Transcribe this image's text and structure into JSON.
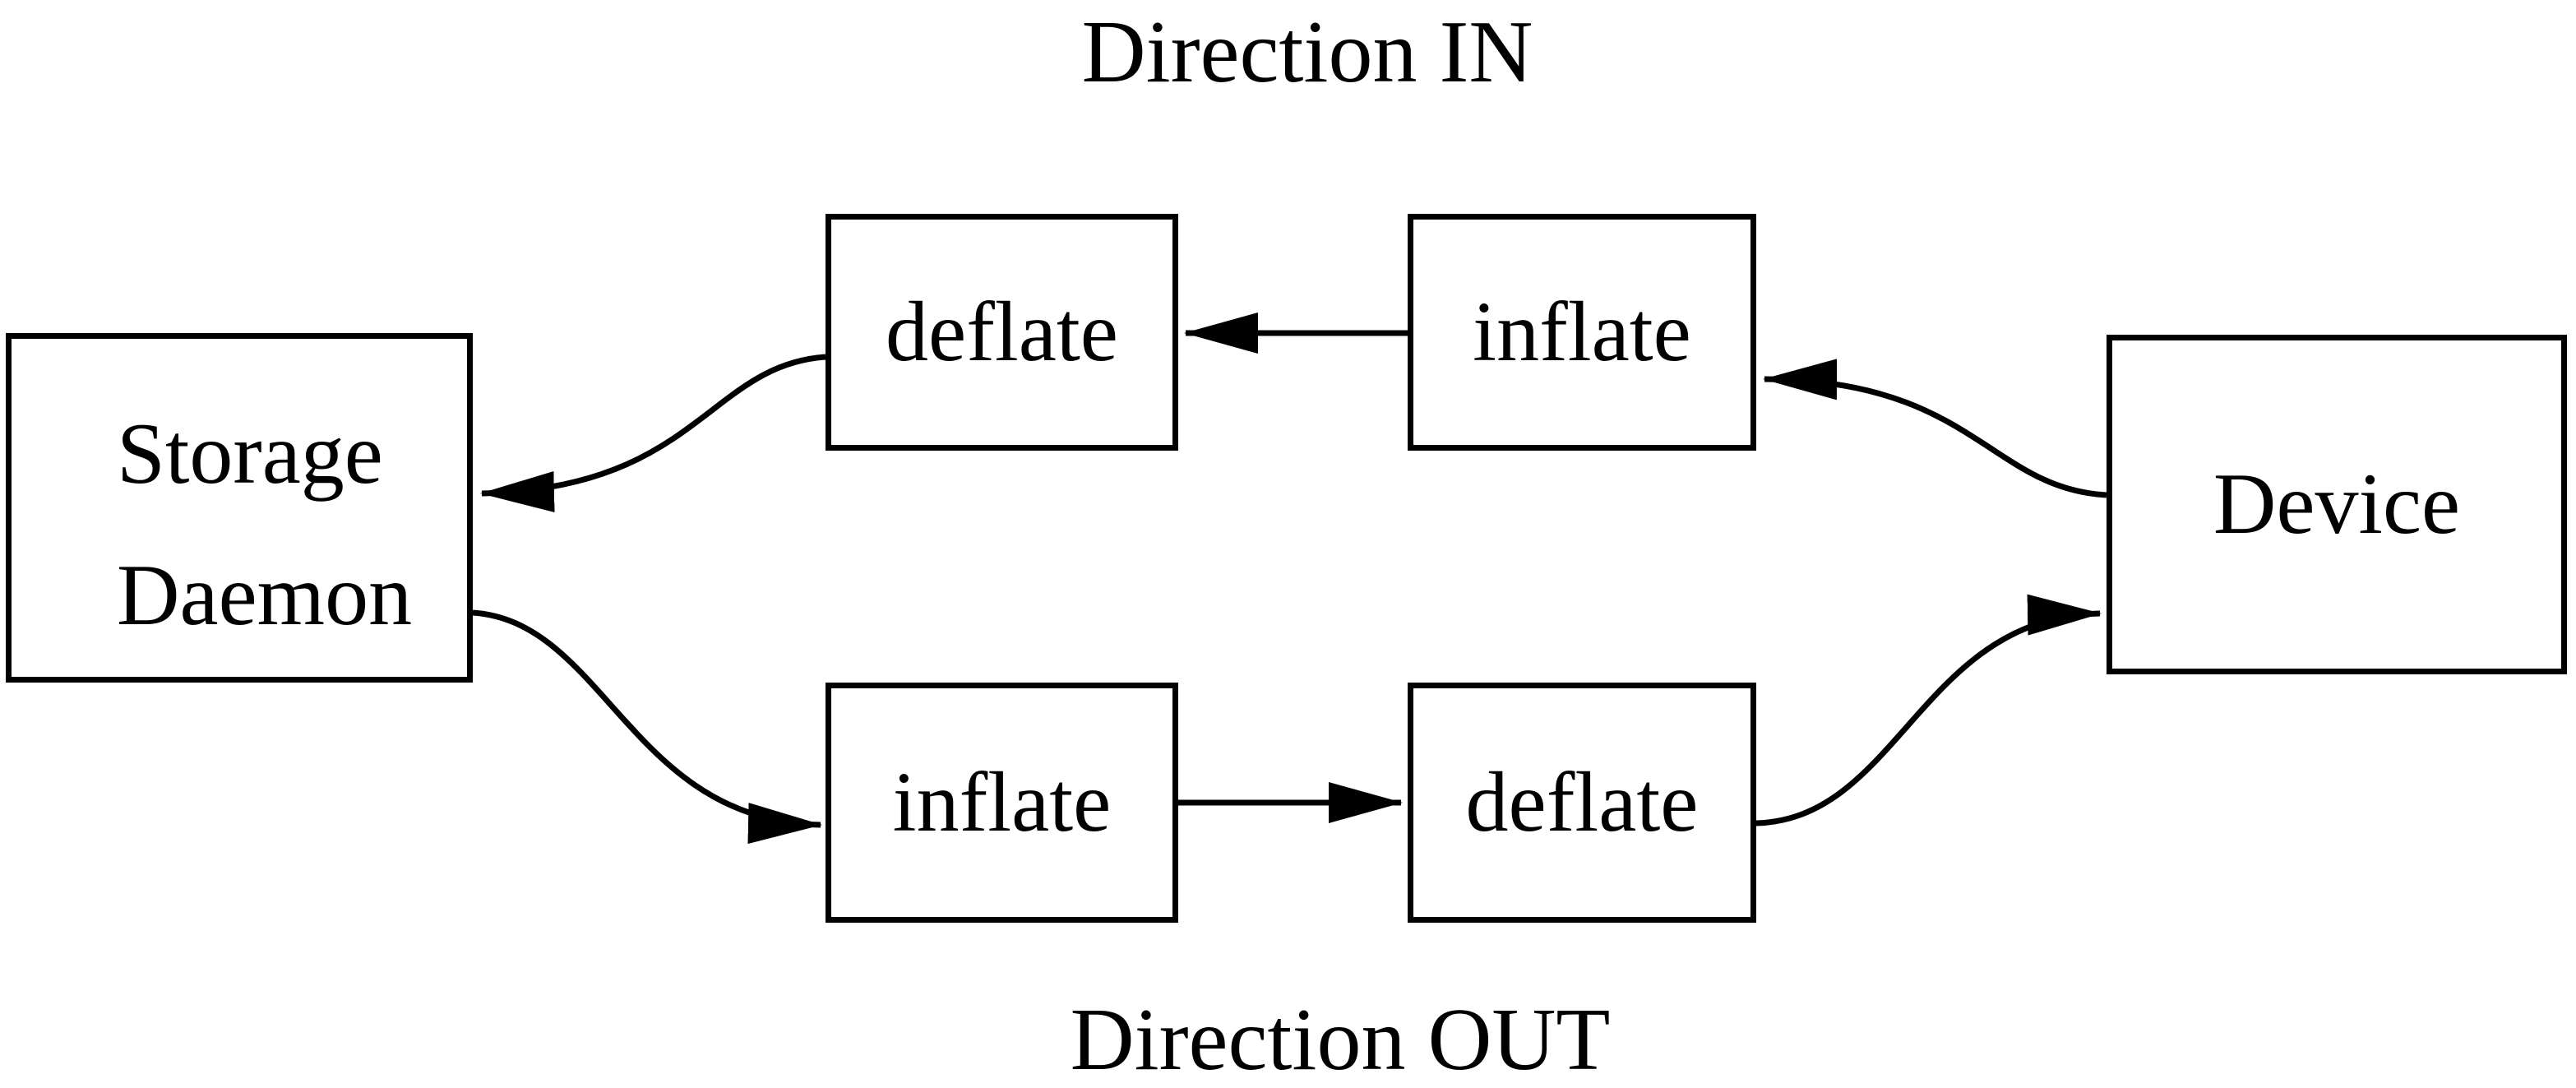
{
  "diagram": {
    "title_in": "Direction IN",
    "title_out": "Direction OUT",
    "nodes": {
      "storage_daemon": {
        "line1": "Storage",
        "line2": "Daemon"
      },
      "in_deflate": {
        "label": "deflate"
      },
      "in_inflate": {
        "label": "inflate"
      },
      "out_inflate": {
        "label": "inflate"
      },
      "out_deflate": {
        "label": "deflate"
      },
      "device": {
        "label": "Device"
      }
    },
    "edges": [
      {
        "from": "device",
        "to": "in_inflate",
        "direction": "IN"
      },
      {
        "from": "in_inflate",
        "to": "in_deflate",
        "direction": "IN"
      },
      {
        "from": "in_deflate",
        "to": "storage_daemon",
        "direction": "IN"
      },
      {
        "from": "storage_daemon",
        "to": "out_inflate",
        "direction": "OUT"
      },
      {
        "from": "out_inflate",
        "to": "out_deflate",
        "direction": "OUT"
      },
      {
        "from": "out_deflate",
        "to": "device",
        "direction": "OUT"
      }
    ],
    "colors": {
      "stroke": "#000000",
      "background": "#ffffff"
    }
  }
}
